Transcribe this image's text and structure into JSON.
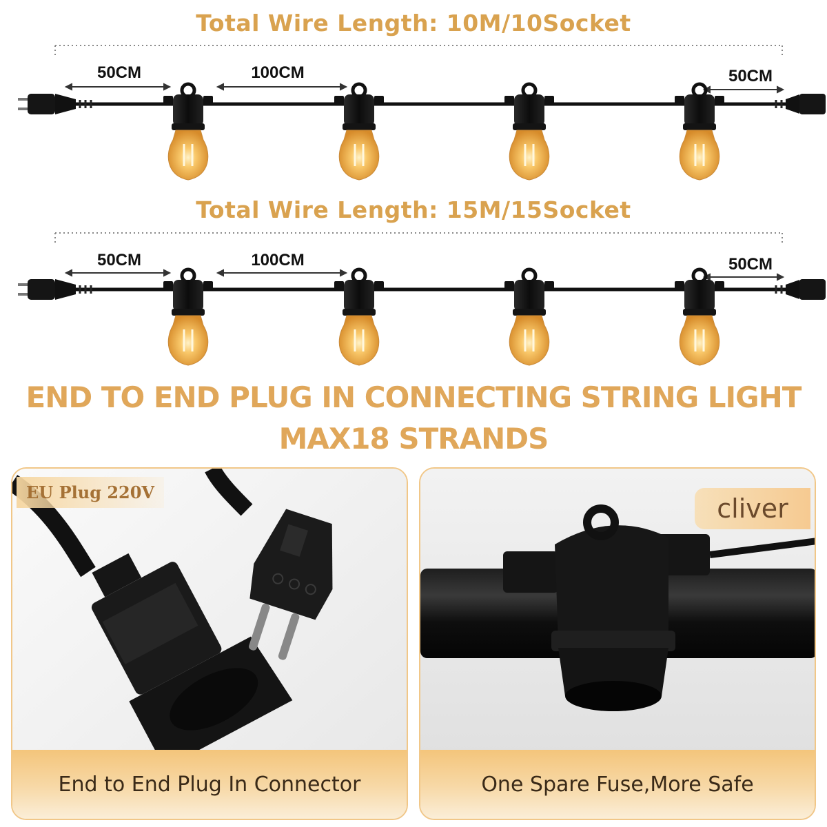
{
  "strands": [
    {
      "title": "Total Wire Length: 10M/10Socket",
      "dim_left": "50CM",
      "dim_mid": "100CM",
      "dim_right": "50CM"
    },
    {
      "title": "Total Wire Length: 15M/15Socket",
      "dim_left": "50CM",
      "dim_mid": "100CM",
      "dim_right": "50CM"
    }
  ],
  "headline": {
    "line1": "END TO END PLUG IN CONNECTING STRING LIGHT",
    "line2": "MAX18 STRANDS"
  },
  "panels": {
    "left": {
      "tag": "EU Plug 220V",
      "caption": "End to End Plug In Connector"
    },
    "right": {
      "tag": "cliver",
      "caption": "One Spare Fuse,More Safe"
    }
  },
  "colors": {
    "accent_gold": "#d9a24f",
    "bulb_amber": "#f2b755",
    "cable_black": "#111111"
  }
}
